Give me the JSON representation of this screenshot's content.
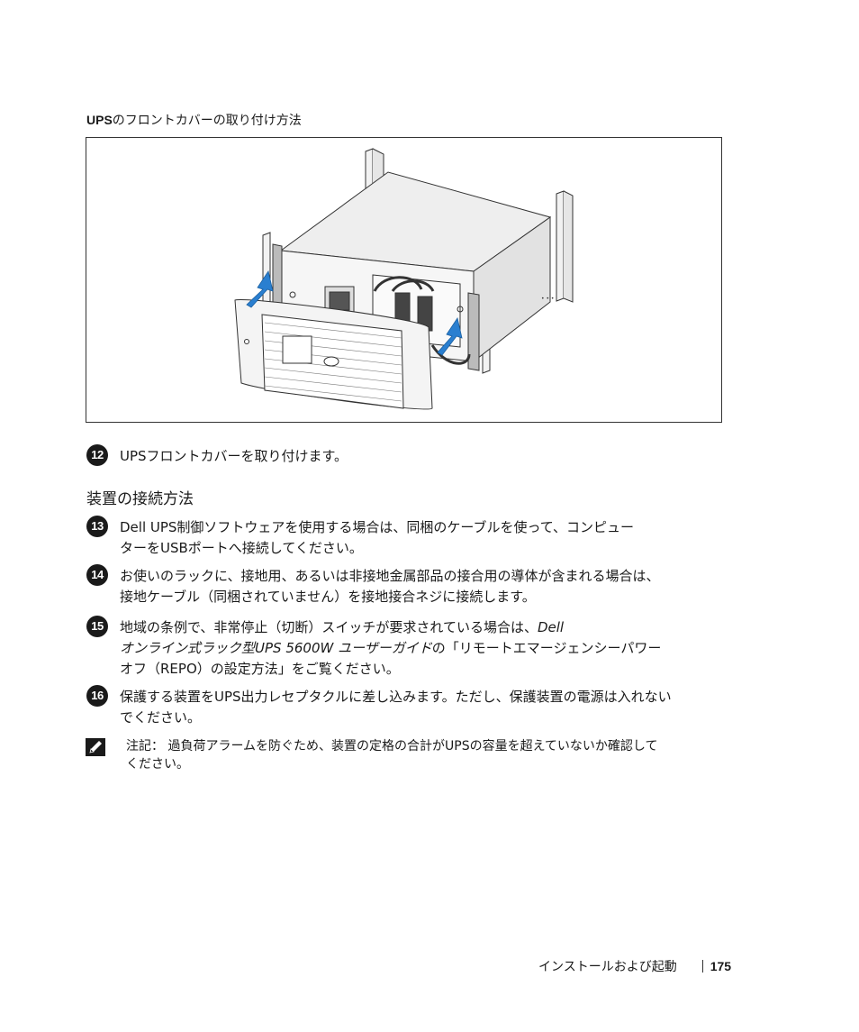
{
  "figure": {
    "caption_bold": "UPS",
    "caption_rest": "のフロントカバーの取り付け方法"
  },
  "steps_top": [
    {
      "number": "12",
      "lines": [
        "UPSフロントカバーを取り付けます。"
      ]
    }
  ],
  "section": {
    "heading": "装置の接続方法"
  },
  "steps": [
    {
      "number": "13",
      "line1": "Dell UPS制御ソフトウェアを使用する場合は、同梱のケーブルを使って、コンピュー",
      "line2": "ターをUSBポートへ接続してください。"
    },
    {
      "number": "14",
      "line1": "お使いのラックに、接地用、あるいは非接地金属部品の接合用の導体が含まれる場合は、",
      "line2": "接地ケーブル（同梱されていません）を接地接合ネジに接続します。"
    },
    {
      "number": "15",
      "line1_a": "地域の条例で、非常停止（切断）スイッチが要求されている場合は、",
      "line1_b": "Dell",
      "line2_a": "オンライン式ラック型UPS 5600W ユーザーガイド",
      "line2_b": "の「リモートエマージェンシーパワー",
      "line3": "オフ（REPO）の設定方法」をご覧ください。"
    },
    {
      "number": "16",
      "line1": "保護する装置をUPS出力レセプタクルに差し込みます。ただし、保護装置の電源は入れない",
      "line2": "でください。"
    }
  ],
  "note": {
    "label": "注記：",
    "line1": "過負荷アラームを防ぐため、装置の定格の合計がUPSの容量を超えていないか確認して",
    "line2": "ください。"
  },
  "footer": {
    "section_title": "インストールおよび起動",
    "page_number": "175"
  },
  "colors": {
    "arrow": "#2a7fd0",
    "text": "#1a1a1a"
  }
}
